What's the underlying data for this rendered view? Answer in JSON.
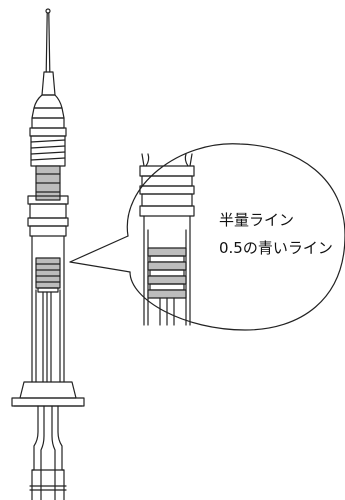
{
  "callout": {
    "line1": "半量ライン",
    "line2": "0.5の青いライン"
  },
  "colors": {
    "outline": "#222222",
    "band_gray": "#bdbdbd",
    "background": "#ffffff"
  },
  "figure": "syringe-with-magnified-plunger-callout"
}
